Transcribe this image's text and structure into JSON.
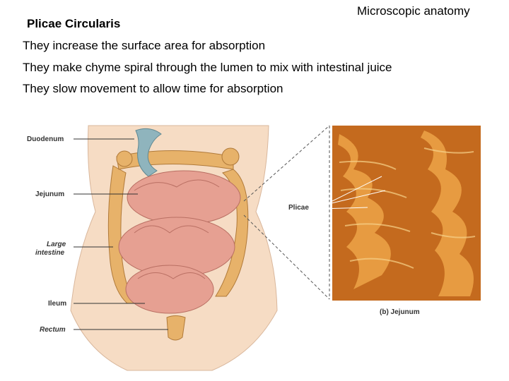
{
  "header": {
    "title": "Microscopic anatomy"
  },
  "content": {
    "heading": "Plicae Circularis",
    "bullets": [
      "They increase the surface area for absorption",
      "They make chyme spiral through the lumen to mix with intestinal juice",
      "They slow movement to allow time for absorption"
    ]
  },
  "figure": {
    "labels": {
      "duodenum": "Duodenum",
      "jejunum": "Jejunum",
      "large_intestine_1": "Large",
      "large_intestine_2": "intestine",
      "ileum": "Ileum",
      "rectum": "Rectum",
      "plicae": "Plicae",
      "caption": "(b) Jejunum"
    },
    "colors": {
      "skin": "#f6dcc4",
      "small_intestine": "#e6a092",
      "large_intestine": "#e7b26a",
      "duodenum": "#8fb4bd",
      "tissue": "#c46a1e"
    }
  }
}
